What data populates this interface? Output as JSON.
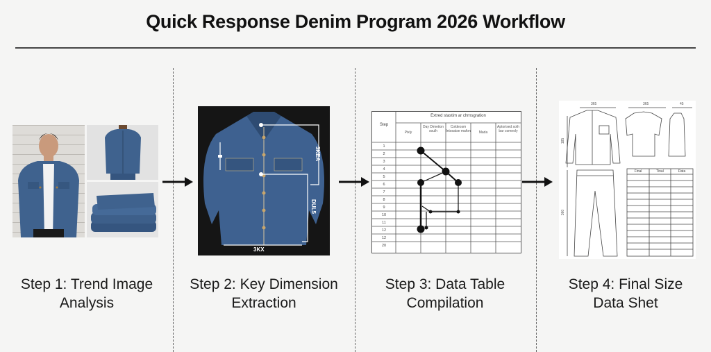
{
  "title": "Quick Response Denim Program 2026 Workflow",
  "colors": {
    "denim": "#3d5f8a",
    "denim_dark": "#2b4566",
    "background": "#f5f5f4",
    "ink": "#111111",
    "panel_dark": "#151515"
  },
  "steps": [
    {
      "label": "Step 1: Trend Image Analysis",
      "line1": "Step 1: Trend Image",
      "line2": "Analysis",
      "images": [
        "model-wearing-denim-jacket",
        "denim-jacket-front-view",
        "folded-denim-stack"
      ]
    },
    {
      "label": "Step 2: Key Dimension Extraction",
      "line1": "Step 2: Key Dimension",
      "line2": "Extraction",
      "dimension_labels": {
        "bottom": "3KX",
        "right_upper": "3KEA",
        "right_lower": "DUL5"
      }
    },
    {
      "label": "Step 3: Data Table Compilation",
      "line1": "Step 3: Data Table",
      "line2": "Compilation",
      "table": {
        "step_header": "Step",
        "group_header": "Extred stastim ar chrnsgration",
        "columns": [
          "Pixly",
          "Day Dimetion soulh",
          "Coldeosm Intosatse mafon",
          "Mada",
          "Aptorised soth bar comnoly"
        ],
        "rows": [
          "1",
          "2",
          "3",
          "4",
          "5",
          "6",
          "7",
          "8",
          "9",
          "10",
          "11",
          "12",
          "12",
          "20"
        ]
      }
    },
    {
      "label": "Step 4: Final Size Data Shet",
      "line1": "Step 4: Final Size",
      "line2": "Data Shet",
      "sheet": {
        "dims": {
          "jacket_width": "365",
          "shirt_width": "365",
          "vest_width": "45",
          "jacket_height": "185",
          "pants_height": "360"
        },
        "columns": [
          "Final",
          "Tinal",
          "Data"
        ],
        "row_count": 13
      }
    }
  ],
  "arrows": [
    "arrow-1-to-2",
    "arrow-2-to-3",
    "arrow-3-to-4"
  ]
}
